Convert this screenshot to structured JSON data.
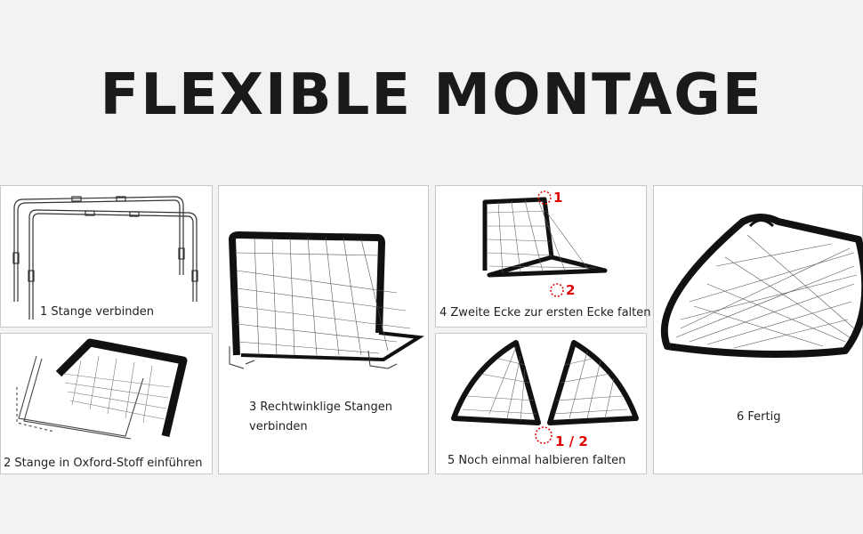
{
  "title": "FLEXIBLE MONTAGE",
  "colors": {
    "background": "#f2f2f2",
    "panel": "#ffffff",
    "marker": "#e00000",
    "frame": "#111111"
  },
  "steps": [
    {
      "caption": "1 Stange verbinden"
    },
    {
      "caption": "2 Stange in Oxford-Stoff einführen"
    },
    {
      "caption": "3 Rechtwinklige Stangen verbinden"
    },
    {
      "caption": "4 Zweite Ecke zur ersten Ecke falten",
      "marker_top": "1",
      "marker_bottom": "2"
    },
    {
      "caption": "5 Noch einmal halbieren falten",
      "marker": "1 / 2"
    },
    {
      "caption": "6 Fertig"
    }
  ]
}
